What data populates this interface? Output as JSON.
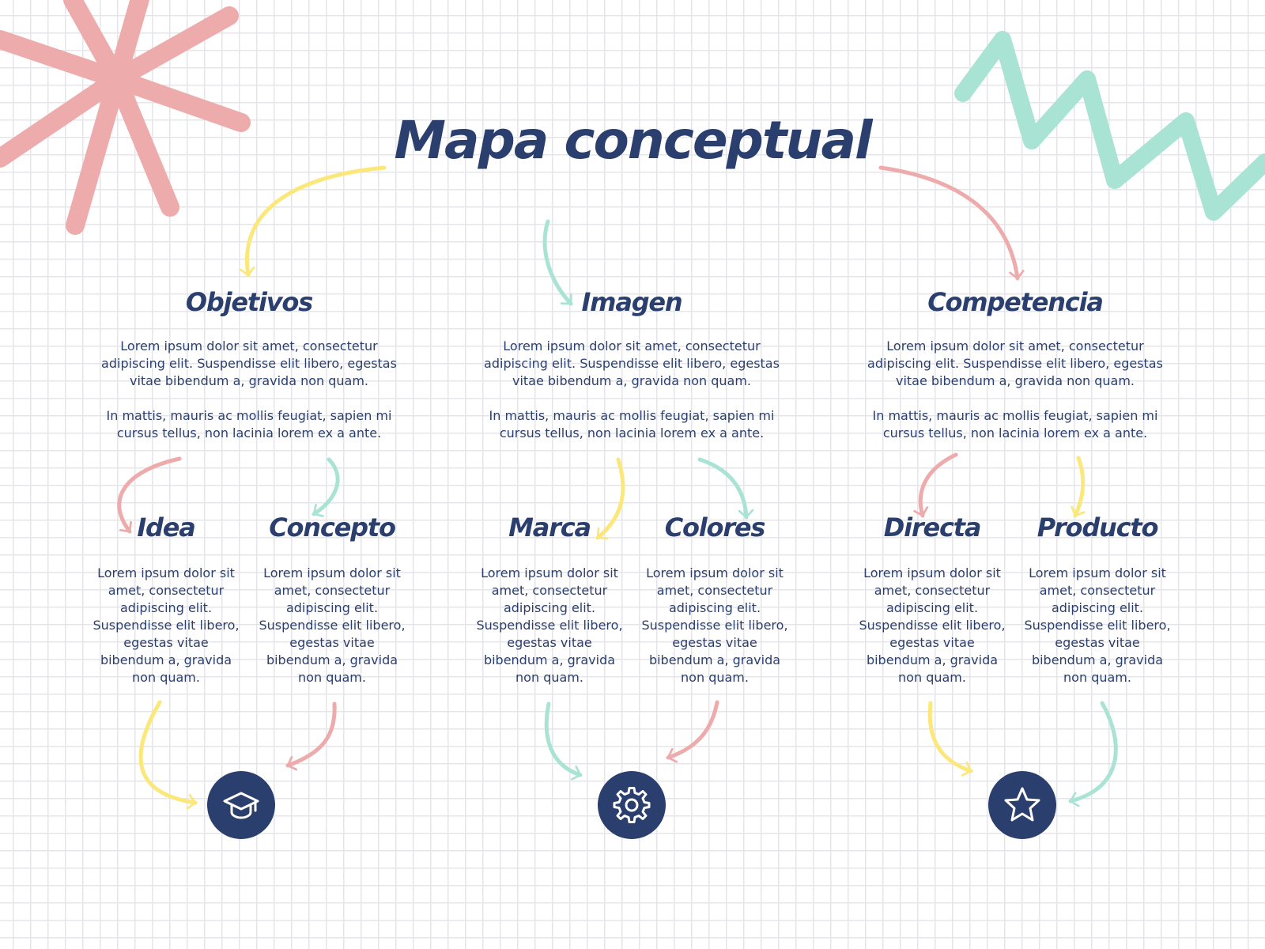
{
  "title": "Mapa conceptual",
  "colors": {
    "navy": "#2b3f6e",
    "yellow": "#fbe77a",
    "pink": "#eeabab",
    "mint": "#a9e3d4",
    "grid": "#e6e6ea"
  },
  "branches": [
    {
      "heading": "Objetivos",
      "text_1": "Lorem ipsum dolor sit amet, consectetur adipiscing elit. Suspendisse elit libero, egestas vitae bibendum a, gravida non quam.",
      "text_2": "In mattis, mauris ac mollis feugiat, sapien mi cursus tellus, non lacinia lorem ex a ante.",
      "children": [
        {
          "heading": "Idea",
          "text": "Lorem ipsum dolor sit amet, consectetur adipiscing elit. Suspendisse elit libero, egestas vitae bibendum a, gravida non quam."
        },
        {
          "heading": "Concepto",
          "text": "Lorem ipsum dolor sit amet, consectetur adipiscing elit. Suspendisse elit libero, egestas vitae bibendum a, gravida non quam."
        }
      ],
      "icon": "graduation-cap-icon"
    },
    {
      "heading": "Imagen",
      "text_1": "Lorem ipsum dolor sit amet, consectetur adipiscing elit. Suspendisse elit libero, egestas vitae bibendum a, gravida non quam.",
      "text_2": "In mattis, mauris ac mollis feugiat, sapien mi cursus tellus, non lacinia lorem ex a ante.",
      "children": [
        {
          "heading": "Marca",
          "text": "Lorem ipsum dolor sit amet, consectetur adipiscing elit. Suspendisse elit libero, egestas vitae bibendum a, gravida non quam."
        },
        {
          "heading": "Colores",
          "text": "Lorem ipsum dolor sit amet, consectetur adipiscing elit. Suspendisse elit libero, egestas vitae bibendum a, gravida non quam."
        }
      ],
      "icon": "gear-icon"
    },
    {
      "heading": "Competencia",
      "text_1": "Lorem ipsum dolor sit amet, consectetur adipiscing elit. Suspendisse elit libero, egestas vitae bibendum a, gravida non quam.",
      "text_2": "In mattis, mauris ac mollis feugiat, sapien mi cursus tellus, non lacinia lorem ex a ante.",
      "children": [
        {
          "heading": "Directa",
          "text": "Lorem ipsum dolor sit amet, consectetur adipiscing elit. Suspendisse elit libero, egestas vitae bibendum a, gravida non quam."
        },
        {
          "heading": "Producto",
          "text": "Lorem ipsum dolor sit amet, consectetur adipiscing elit. Suspendisse elit libero, egestas vitae bibendum a, gravida non quam."
        }
      ],
      "icon": "star-icon"
    }
  ]
}
